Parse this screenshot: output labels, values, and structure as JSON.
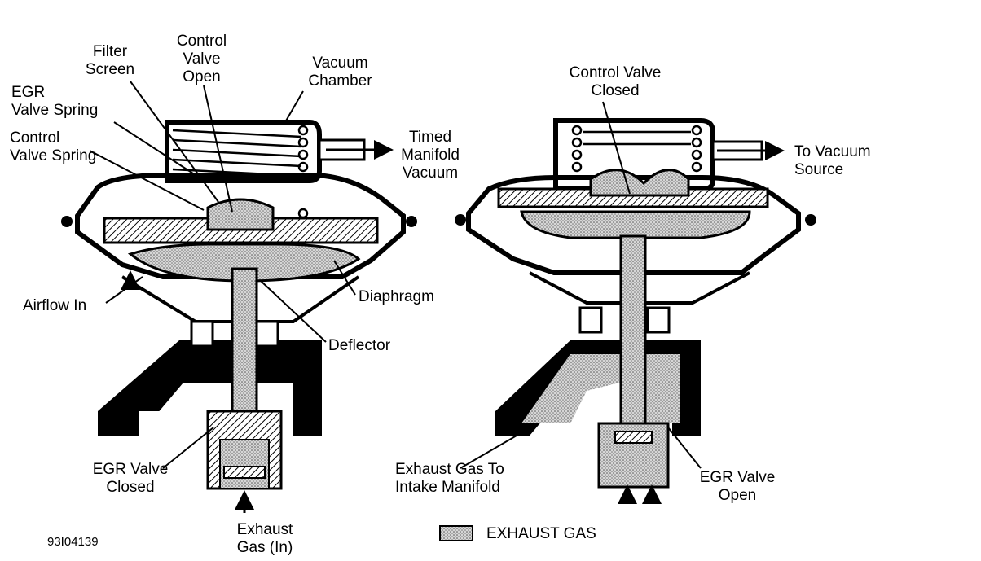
{
  "labels": {
    "filter_screen": "Filter\nScreen",
    "control_valve_open": "Control\nValve\nOpen",
    "vacuum_chamber": "Vacuum\nChamber",
    "egr_valve_spring": "EGR\nValve Spring",
    "control_valve_spring": "Control\nValve Spring",
    "timed_manifold_vacuum": "Timed\nManifold\nVacuum",
    "airflow_in": "Airflow In",
    "diaphragm": "Diaphragm",
    "deflector": "Deflector",
    "egr_valve_closed": "EGR Valve\nClosed",
    "exhaust_gas_in": "Exhaust\nGas (In)",
    "control_valve_closed": "Control Valve\nClosed",
    "to_vacuum_source": "To Vacuum\nSource",
    "exhaust_gas_to_intake": "Exhaust Gas To\nIntake Manifold",
    "egr_valve_open": "EGR Valve\nOpen",
    "figure_id": "93I04139"
  },
  "legend": {
    "exhaust_gas": "EXHAUST GAS"
  },
  "colors": {
    "line": "#000000",
    "background": "#ffffff",
    "exhaust_stipple": "#bdbdbd"
  }
}
